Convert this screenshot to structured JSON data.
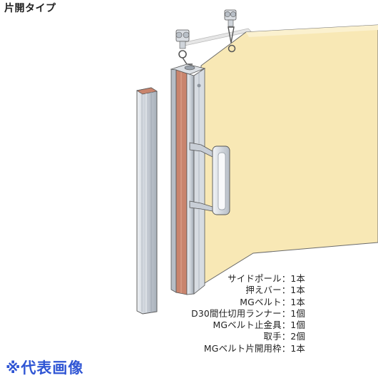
{
  "title": "片開タイプ",
  "parts_list": [
    "サイドポール：1本",
    "押えバー：1本",
    "MGベルト：1本",
    "D30間仕切用ランナー：1個",
    "MGベルト止金具：1個",
    "取手：2個",
    "MGベルト片開用枠：1本"
  ],
  "footer_label": "※代表画像",
  "colors": {
    "curtain": "#f8e8b5",
    "accent_strip": "#c9846d",
    "metal": "#cfd4db",
    "label_blue": "#2f55d4"
  }
}
